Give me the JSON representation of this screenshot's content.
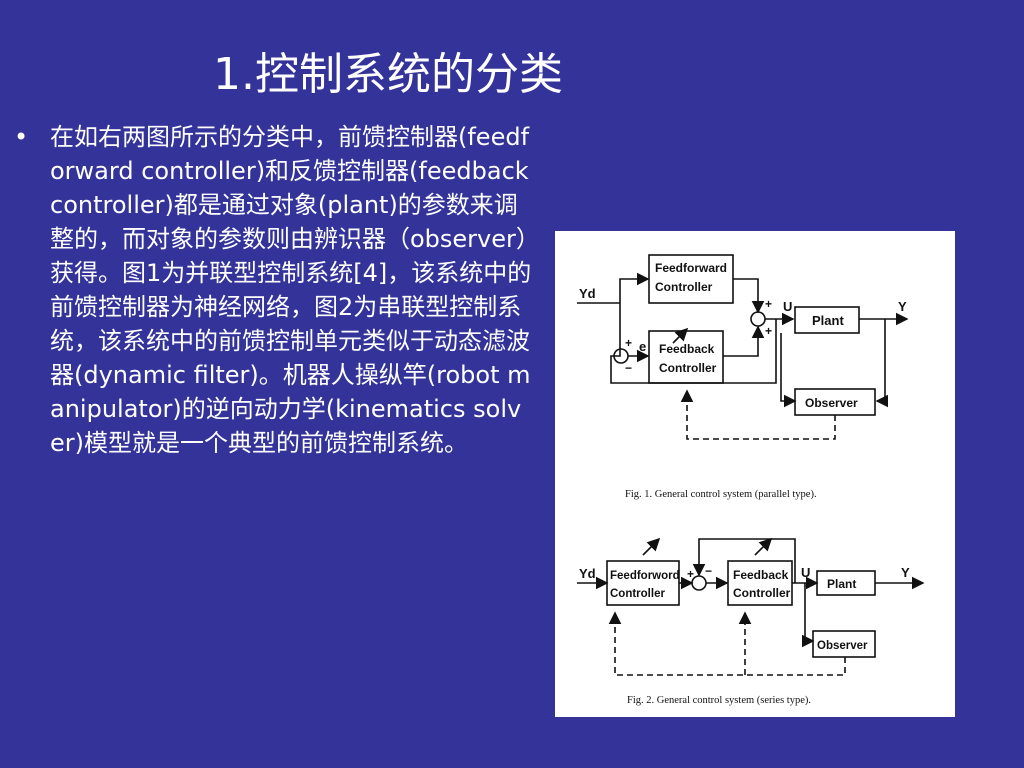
{
  "slide": {
    "title": "1.控制系统的分类",
    "bullet": "在如右两图所示的分类中，前馈控制器(feedforward controller)和反馈控制器(feedback controller)都是通过对象(plant)的参数来调整的，而对象的参数则由辨识器（observer）获得。图1为并联型控制系统[4]，该系统中的前馈控制器为神经网络，图2为串联型控制系统，该系统中的前馈控制单元类似于动态滤波器(dynamic filter)。机器人操纵竿(robot manipulator)的逆向动力学(kinematics solver)模型就是一个典型的前馈控制系统。"
  },
  "figure1": {
    "caption": "Fig. 1.   General control system (parallel type).",
    "input": "Yd",
    "output": "Y",
    "control_signal": "U",
    "error": "e",
    "feedforward_line1": "Feedforward",
    "feedforward_line2": "Controller",
    "feedback_line1": "Feedback",
    "feedback_line2": "Controller",
    "plant": "Plant",
    "observer": "Observer",
    "sum_signs": [
      "+",
      "+",
      "+",
      "−"
    ]
  },
  "figure2": {
    "caption": "Fig. 2.   General control system (series type).",
    "input": "Yd",
    "output": "Y",
    "control_signal": "U",
    "feedforward_line1": "Feedforword",
    "feedforward_line2": "Controller",
    "feedback_line1": "Feedback",
    "feedback_line2": "Controller",
    "plant": "Plant",
    "observer": "Observer",
    "sum_signs": [
      "+",
      "−"
    ]
  },
  "colors": {
    "background": "#333399",
    "text": "#ffffff",
    "figure_bg": "#ffffff",
    "figure_ink": "#111111"
  }
}
